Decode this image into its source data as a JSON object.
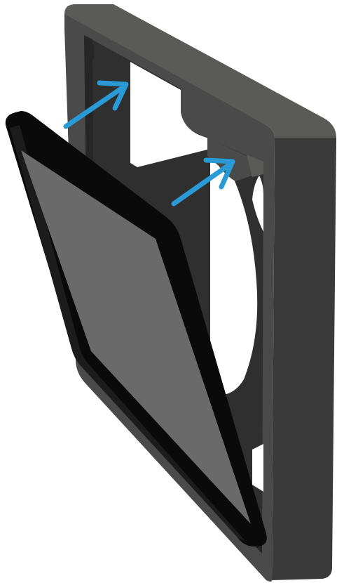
{
  "illustration": {
    "subject": "tablet-into-wall-frame",
    "colors": {
      "background": "#ffffff",
      "frame_front": "#4a4a4a",
      "frame_side": "#3a3a3a",
      "frame_top": "#5a5a58",
      "frame_inner": "#2f2f2f",
      "frame_inner_dark": "#262626",
      "tablet_bezel": "#0a0a0a",
      "tablet_bezel_edge": "#1c1c1c",
      "tablet_screen": "#6b6a6b",
      "arrow": "#2a9ad6"
    },
    "arrows": [
      {
        "name": "insert-arrow-upper",
        "direction": "up-right"
      },
      {
        "name": "insert-arrow-lower",
        "direction": "up-right"
      }
    ]
  }
}
